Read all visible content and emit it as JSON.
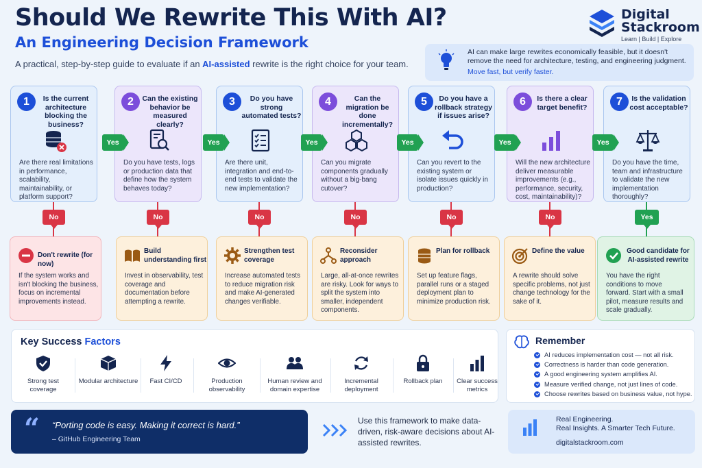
{
  "header": {
    "title": "Should We Rewrite This With AI?",
    "subtitle": "An Engineering Decision Framework",
    "intro_before": "A practical, step-by-step guide to evaluate if an ",
    "intro_bold": "AI-assisted",
    "intro_after": " rewrite is the right choice for your team."
  },
  "logo": {
    "line1": "Digital",
    "line2": "Stackroom",
    "tagline": "Learn | Build | Explore"
  },
  "note": {
    "text": "AI can make large rewrites economically feasible, but it doesn't remove the need for architecture, testing, and engineering judgment.",
    "highlight": "Move fast, but verify faster.",
    "icon": "lightbulb-icon"
  },
  "colors": {
    "blue": "#1d4fd8",
    "green": "#21a152",
    "red": "#d93545",
    "navy": "#14254f",
    "purple": "#7c4ddb"
  },
  "steps": [
    {
      "num": "1",
      "question": "Is the current architecture blocking the business?",
      "desc": "Are there real limitations in performance, scalability, maintainability, or platform support?",
      "icon": "database-x-icon"
    },
    {
      "num": "2",
      "question": "Can the existing behavior be measured clearly?",
      "desc": "Do you have tests, logs or production data that define how the system behaves today?",
      "icon": "document-search-icon"
    },
    {
      "num": "3",
      "question": "Do you have strong automated tests?",
      "desc": "Are there unit, integration and end-to-end tests to validate the new implementation?",
      "icon": "checklist-icon"
    },
    {
      "num": "4",
      "question": "Can the migration be done incrementally?",
      "desc": "Can you migrate components gradually without a big-bang cutover?",
      "icon": "cubes-icon"
    },
    {
      "num": "5",
      "question": "Do you have a rollback strategy if issues arise?",
      "desc": "Can you revert to the existing system or isolate issues quickly in production?",
      "icon": "undo-arrow-icon"
    },
    {
      "num": "6",
      "question": "Is there a clear target benefit?",
      "desc": "Will the new architecture deliver measurable improvements (e.g., performance, security, cost, maintainability)?",
      "icon": "bar-chart-icon"
    },
    {
      "num": "7",
      "question": "Is the validation cost acceptable?",
      "desc": "Do you have the time, team and infrastructure to validate the new implementation thoroughly?",
      "icon": "scales-icon"
    }
  ],
  "labels": {
    "yes": "Yes",
    "no": "No"
  },
  "outcomes": [
    {
      "title": "Don't rewrite (for now)",
      "desc": "If the system works and isn't blocking the business, focus on incremental improvements instead.",
      "icon": "stop-icon"
    },
    {
      "title": "Build understanding first",
      "desc": "Invest in observability, test coverage and documentation before attempting a rewrite.",
      "icon": "book-icon"
    },
    {
      "title": "Strengthen test coverage",
      "desc": "Increase automated tests to reduce migration risk and make AI-generated changes verifiable.",
      "icon": "gear-icon"
    },
    {
      "title": "Reconsider approach",
      "desc": "Large, all-at-once rewrites are risky. Look for ways to split the system into smaller, independent components.",
      "icon": "branch-icon"
    },
    {
      "title": "Plan for rollback",
      "desc": "Set up feature flags, parallel runs or a staged deployment plan to minimize production risk.",
      "icon": "database-icon"
    },
    {
      "title": "Define the value",
      "desc": "A rewrite should solve specific problems, not just change technology for the sake of it.",
      "icon": "target-icon"
    },
    {
      "title": "Good candidate for AI-assisted rewrite",
      "desc": "You have the right conditions to move forward. Start with a small pilot, measure results and scale gradually.",
      "icon": "check-circle-icon"
    }
  ],
  "ksf": {
    "title_a": "Key Success ",
    "title_b": "Factors",
    "items": [
      {
        "label": "Strong test coverage",
        "icon": "shield-check-icon"
      },
      {
        "label": "Modular architecture",
        "icon": "cube-icon"
      },
      {
        "label": "Fast CI/CD",
        "icon": "lightning-icon"
      },
      {
        "label": "Production observability",
        "icon": "eye-icon"
      },
      {
        "label": "Human review and domain expertise",
        "icon": "people-icon"
      },
      {
        "label": "Incremental deployment",
        "icon": "sync-icon"
      },
      {
        "label": "Rollback plan",
        "icon": "lock-icon"
      },
      {
        "label": "Clear success metrics",
        "icon": "bar-chart-icon"
      }
    ]
  },
  "remember": {
    "title": "Remember",
    "items": [
      "AI reduces implementation cost — not all risk.",
      "Correctness is harder than code generation.",
      "A good engineering system amplifies AI.",
      "Measure verified change, not just lines of code.",
      "Choose rewrites based on business value, not hype."
    ]
  },
  "quote": {
    "text": "“Porting code is easy. Making it correct is hard.”",
    "author": "– GitHub Engineering Team"
  },
  "cta": {
    "text": "Use this framework to make data-driven, risk-aware decisions about AI-assisted rewrites."
  },
  "brand": {
    "line1": "Real Engineering.",
    "line2": "Real Insights. A Smarter Tech Future.",
    "url": "digitalstackroom.com"
  }
}
